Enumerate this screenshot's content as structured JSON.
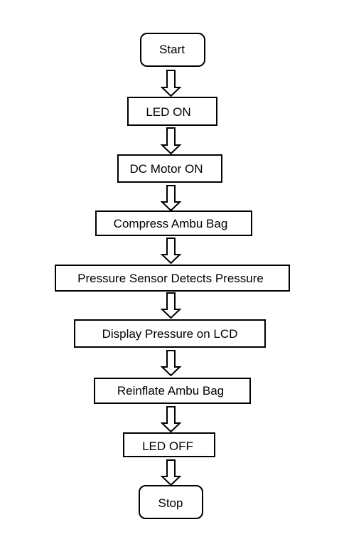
{
  "flowchart": {
    "steps": [
      {
        "label": "Start",
        "shape": "rounded"
      },
      {
        "label": "LED ON",
        "shape": "rect"
      },
      {
        "label": "DC Motor ON",
        "shape": "rect"
      },
      {
        "label": "Compress Ambu Bag",
        "shape": "rect"
      },
      {
        "label": "Pressure Sensor Detects Pressure",
        "shape": "rect"
      },
      {
        "label": "Display Pressure on LCD",
        "shape": "rect"
      },
      {
        "label": "Reinflate Ambu Bag",
        "shape": "rect"
      },
      {
        "label": "LED OFF",
        "shape": "rect"
      },
      {
        "label": "Stop",
        "shape": "rounded"
      }
    ],
    "colors": {
      "stroke": "#000000",
      "fill": "#ffffff",
      "text": "#000000"
    }
  }
}
